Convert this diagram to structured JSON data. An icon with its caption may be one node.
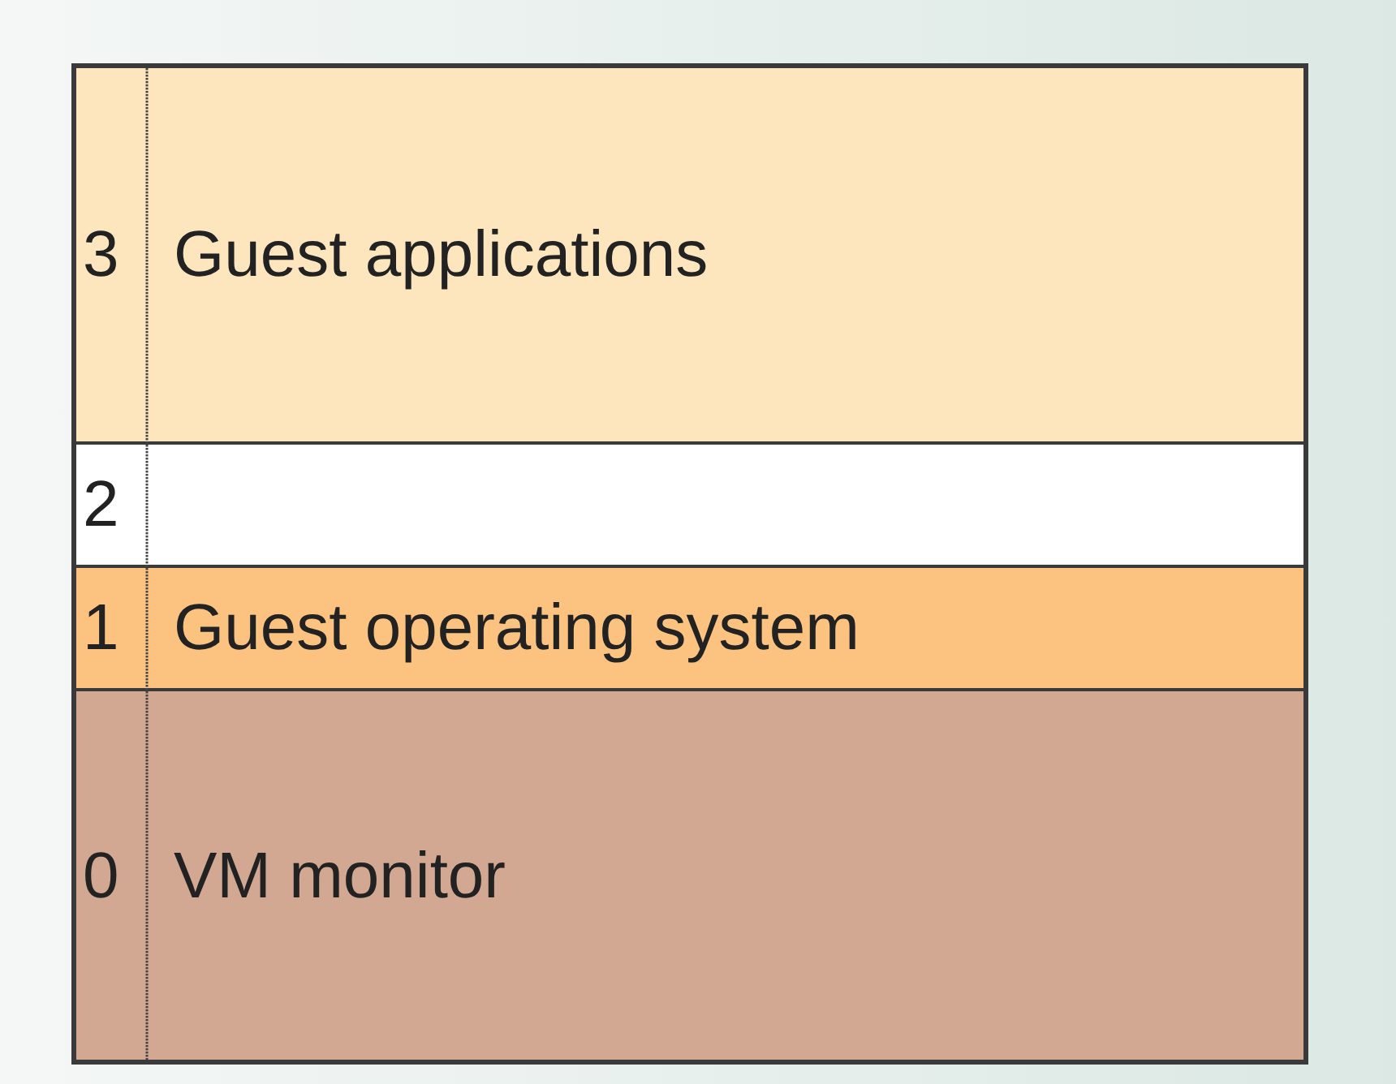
{
  "diagram": {
    "nodes": [
      {
        "text": [
          "3",
          "Guest applications"
        ]
      },
      {
        "text": [
          "2"
        ]
      },
      {
        "text": [
          "1",
          "Guest operating system"
        ]
      },
      {
        "text": [
          "0",
          "VM monitor"
        ]
      }
    ]
  }
}
